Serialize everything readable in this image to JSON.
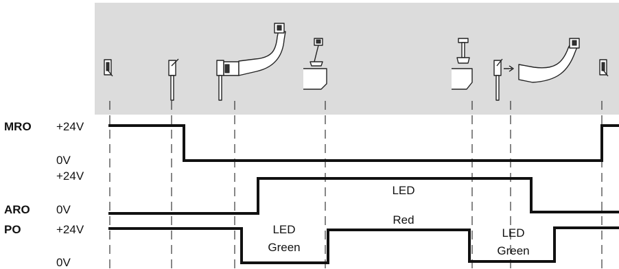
{
  "signals": [
    {
      "name": "MRO",
      "high_label": "+24V",
      "low_label": "0V"
    },
    {
      "name": "ARO",
      "high_label": "+24V",
      "low_label": "0V"
    },
    {
      "name": "PO",
      "high_label": "+24V",
      "low_label": "0V"
    }
  ],
  "led_labels": {
    "green_left_top": "LED",
    "green_left_bottom": "Green",
    "red_top": "LED",
    "red_bottom": "Red",
    "green_right_top": "LED",
    "green_right_bottom": "Green"
  },
  "icons": [
    "switch-off-icon",
    "switch-on-icon",
    "switch-with-connector-cable-icon",
    "block-pressed-icon",
    "block-pressed-icon",
    "switch-disconnect-cable-icon",
    "switch-off-icon"
  ],
  "colors": {
    "illustration_band": "#dcdcdc",
    "line": "#111111"
  }
}
